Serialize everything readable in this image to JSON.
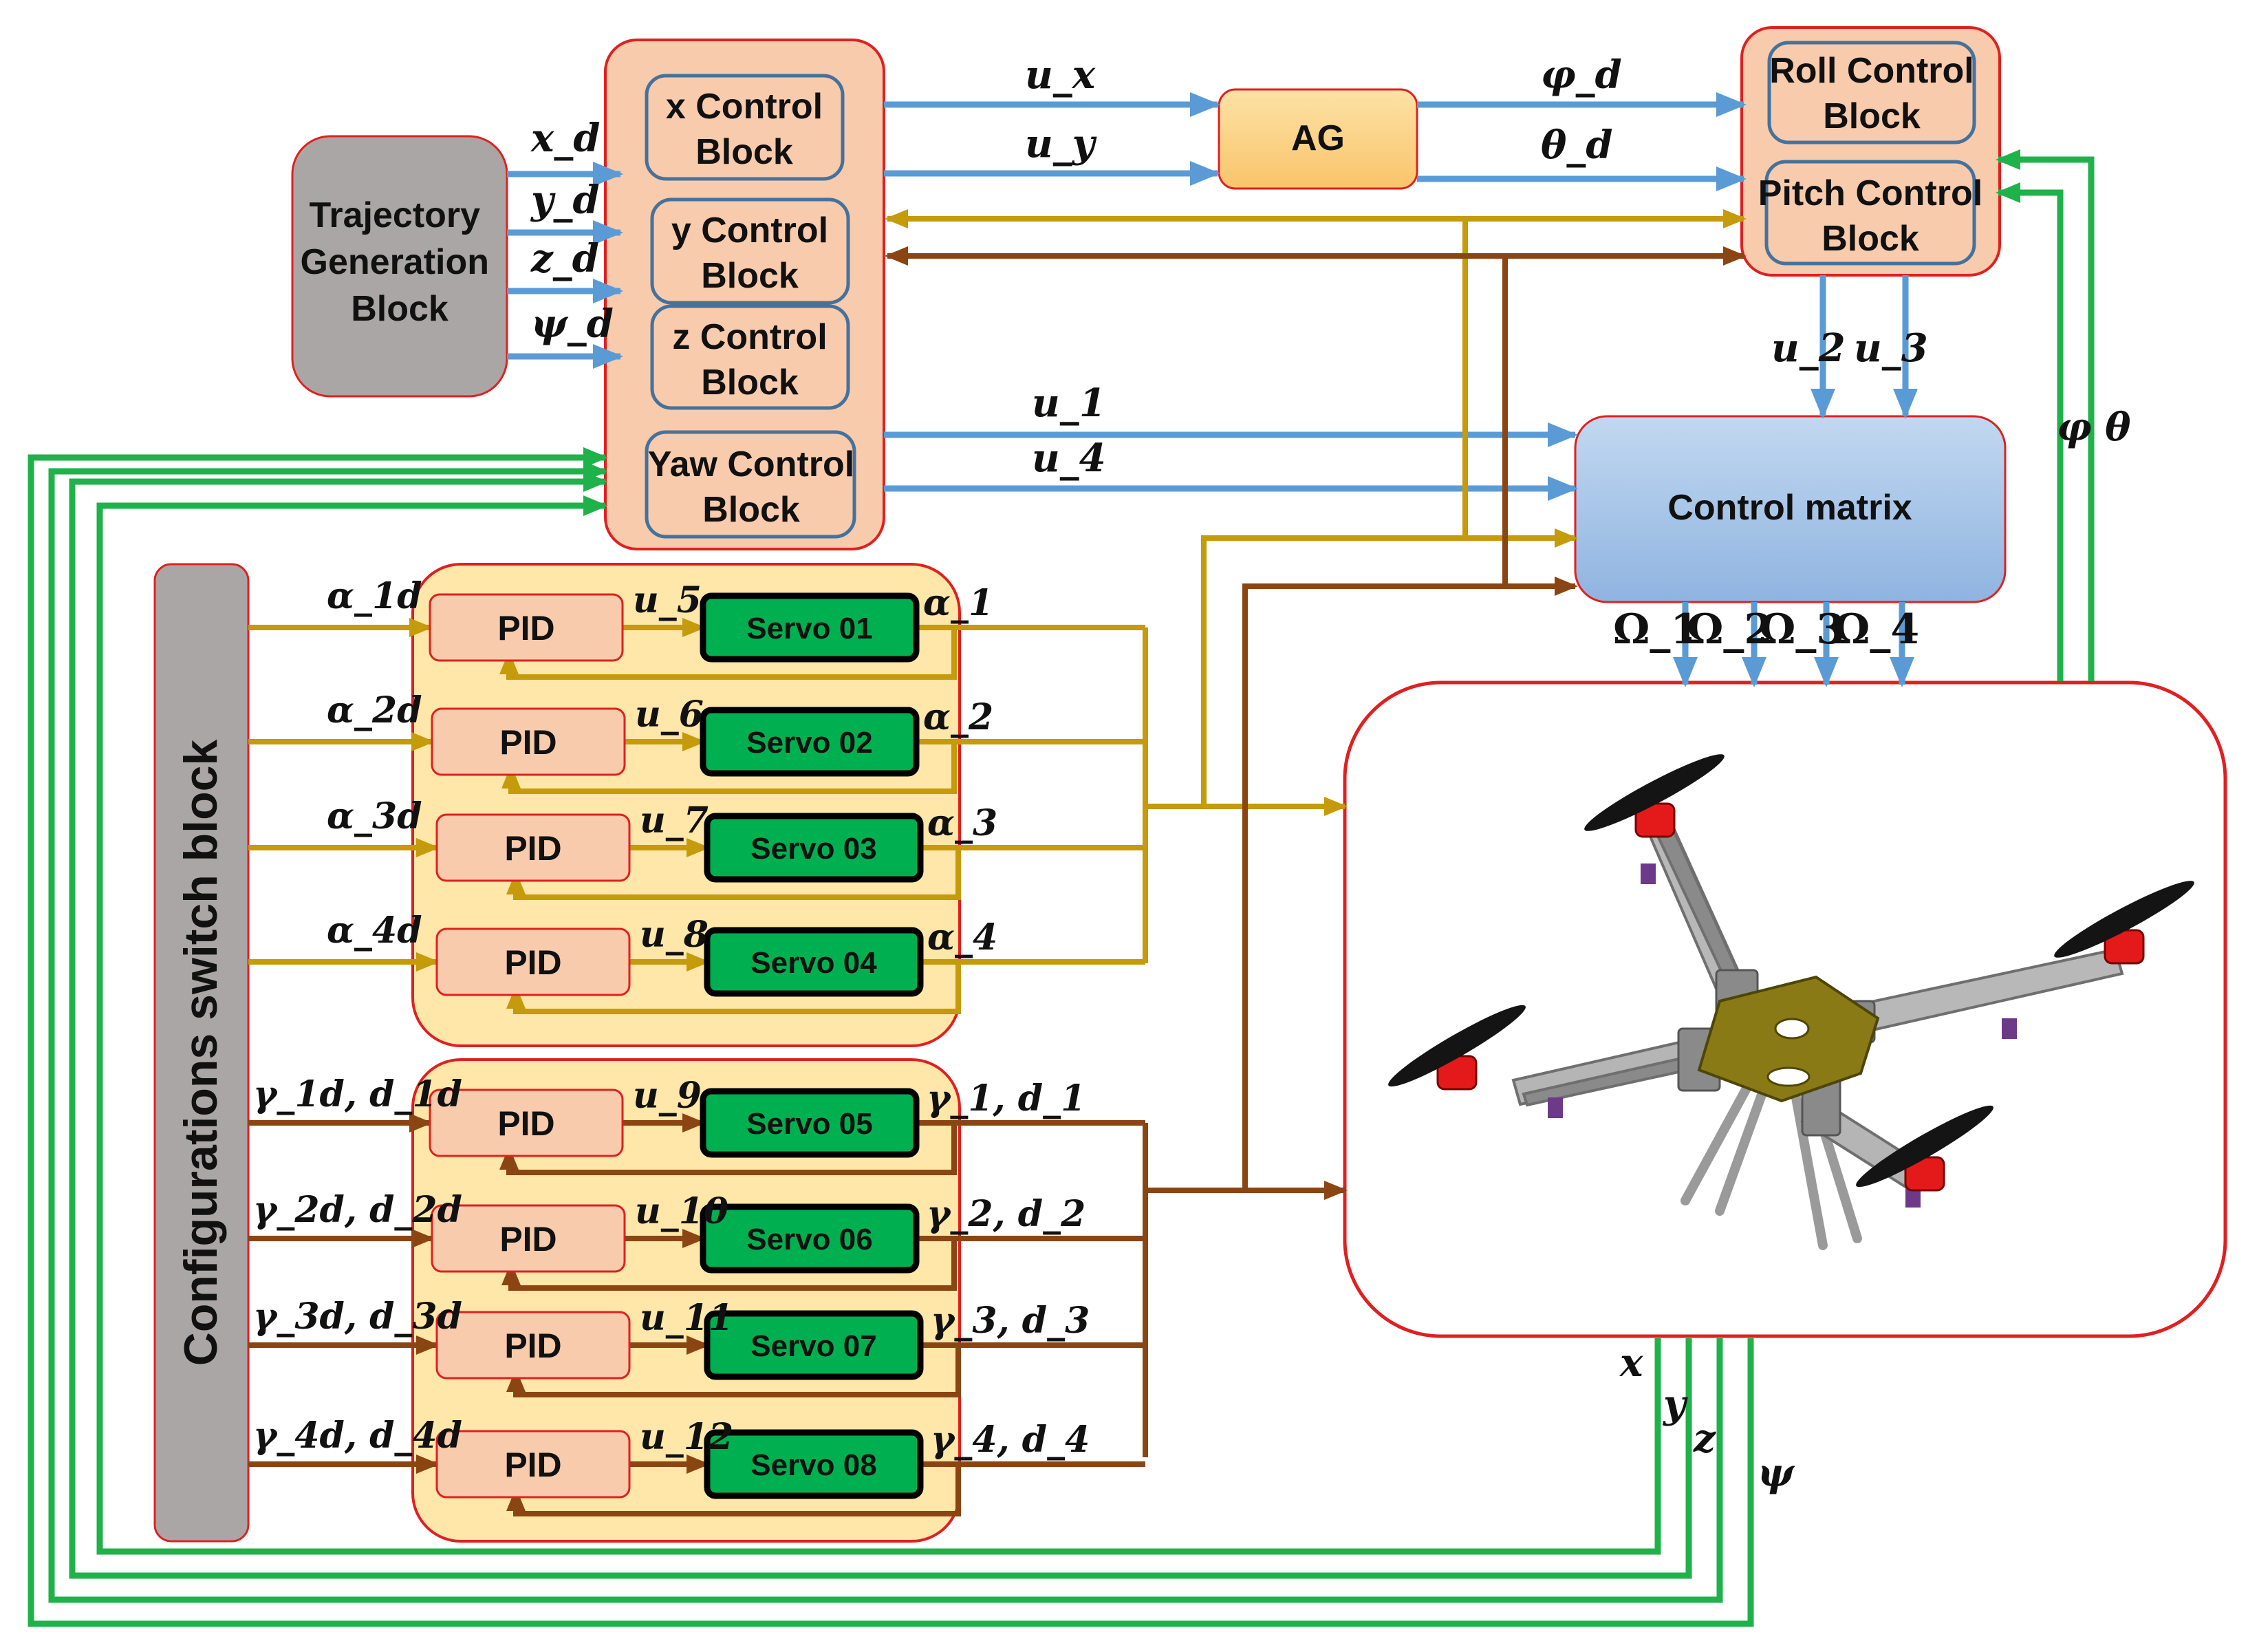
{
  "blocks": {
    "trajectory": [
      "Trajectory",
      "Generation",
      "Block"
    ],
    "x_control": [
      "x Control",
      "Block"
    ],
    "y_control": [
      "y Control",
      "Block"
    ],
    "z_control": [
      "z Control",
      "Block"
    ],
    "yaw_control": [
      "Yaw Control",
      "Block"
    ],
    "ag": "AG",
    "roll_control": [
      "Roll Control",
      "Block"
    ],
    "pitch_control": [
      "Pitch Control",
      "Block"
    ],
    "control_matrix": "Control matrix",
    "config_switch": "Configurations switch block"
  },
  "pid_label": "PID",
  "servos": [
    "Servo 01",
    "Servo 02",
    "Servo 03",
    "Servo 04",
    "Servo 05",
    "Servo 06",
    "Servo 07",
    "Servo 08"
  ],
  "signals": {
    "traj_out": [
      "x_d",
      "y_d",
      "z_d",
      "ψ_d"
    ],
    "ux": "u_x",
    "uy": "u_y",
    "phid": "φ_d",
    "thetad": "θ_d",
    "u1": "u_1",
    "u4": "u_4",
    "u2": "u_2",
    "u3": "u_3",
    "phi_theta": "φ θ",
    "omegas": [
      "Ω_1",
      "Ω_2",
      "Ω_3",
      "Ω_4"
    ],
    "alpha_d": [
      "α_1d",
      "α_2d",
      "α_3d",
      "α_4d"
    ],
    "alpha": [
      "α_1",
      "α_2",
      "α_3",
      "α_4"
    ],
    "u_servo": [
      "u_5",
      "u_6",
      "u_7",
      "u_8",
      "u_9",
      "u_10",
      "u_11",
      "u_12"
    ],
    "gamma_d": [
      [
        "γ_1d",
        "d_1d"
      ],
      [
        "γ_2d",
        "d_2d"
      ],
      [
        "γ_3d",
        "d_3d"
      ],
      [
        "γ_4d",
        "d_4d"
      ]
    ],
    "gamma": [
      [
        "γ_1",
        "d_1"
      ],
      [
        "γ_2",
        "d_2"
      ],
      [
        "γ_3",
        "d_3"
      ],
      [
        "γ_4",
        "d_4"
      ]
    ],
    "feedback_out": [
      "x",
      "y",
      "z",
      "ψ"
    ]
  },
  "colors": {
    "blue": "#5b9bd5",
    "gold": "#c59a0b",
    "brown": "#8b4513",
    "green": "#1fb24a",
    "salmon": "#f8cbad",
    "gray": "#aaa6a6",
    "border_red": "#e02020",
    "servo_green": "#00b050",
    "servo_yellow": "#fee7a8",
    "ag_orange": "#fbd38a",
    "matrix_blue": "#a9c6e8",
    "box_blue": "#44729c"
  }
}
